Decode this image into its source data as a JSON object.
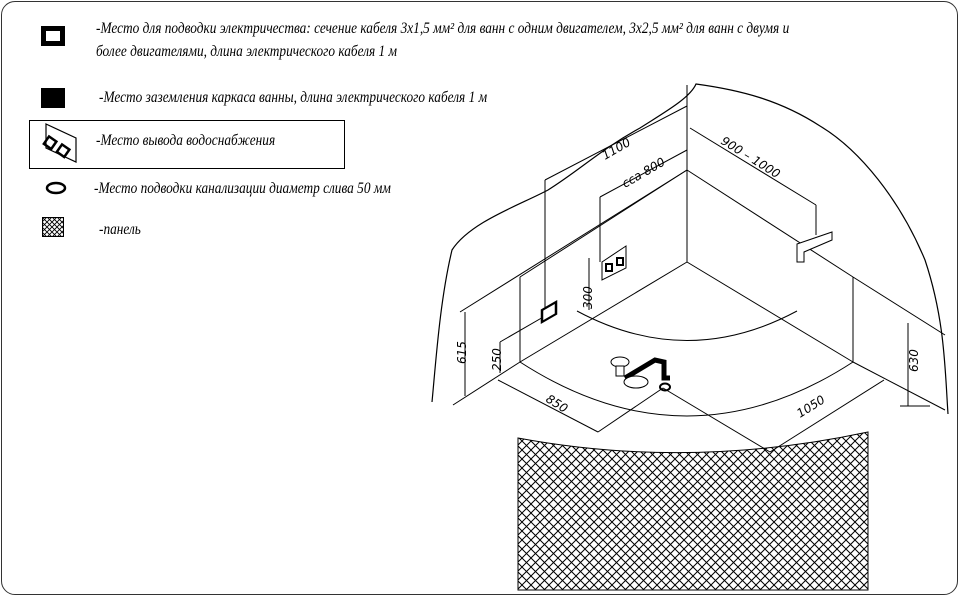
{
  "legend": {
    "items": [
      {
        "icon": "electric-supply-icon",
        "lines": [
          "-Место для подводки электричества: сечение кабеля 3х1,5 мм² для ванн с одним двигателем, 3х2,5 мм² для ванн с двумя и",
          "более двигателями, длина электрического кабеля 1 м"
        ]
      },
      {
        "icon": "grounding-icon",
        "text": "-Место заземления каркаса ванны, длина электрического кабеля 1 м"
      },
      {
        "icon": "water-supply-icon",
        "text": "-Место вывода водоснабжения"
      },
      {
        "icon": "drain-icon",
        "text": "-Место подводки канализации диаметр слива 50 мм"
      },
      {
        "icon": "panel-hatch-icon",
        "text": "-панель"
      }
    ]
  },
  "dimensions": {
    "wall_length": "1100",
    "supply_offset": "cca  800",
    "right_wall": "900  –  1000",
    "rim_height_left": "615",
    "grounding_height": "250",
    "supply_height": "300",
    "rim_height_right": "630",
    "left_side": "850",
    "right_side": "1050"
  }
}
